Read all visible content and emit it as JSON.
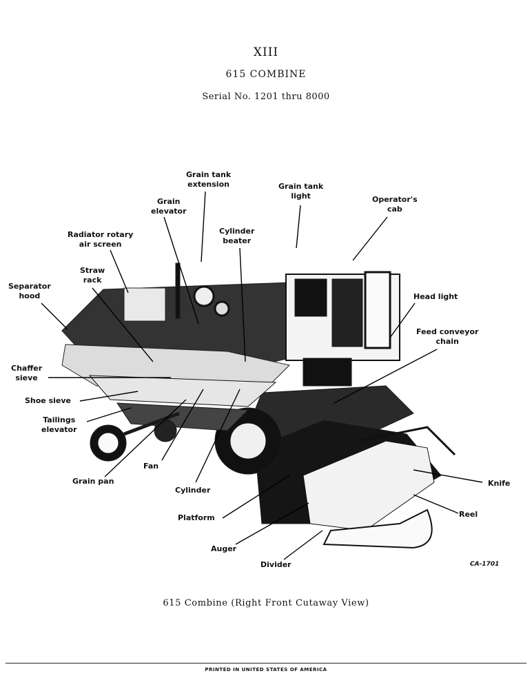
{
  "header": {
    "section": "XIII",
    "model": "615 COMBINE",
    "serial": "Serial No. 1201 thru 8000"
  },
  "figure": {
    "labels": {
      "grain_tank_extension": "Grain tank\nextension",
      "grain_tank_light": "Grain tank\nlight",
      "operators_cab": "Operator's\ncab",
      "grain_elevator": "Grain\nelevator",
      "cylinder_beater": "Cylinder\nbeater",
      "radiator_rotary_air_screen": "Radiator rotary\nair screen",
      "straw_rack": "Straw\nrack",
      "separator_hood": "Separator\nhood",
      "head_light": "Head light",
      "feed_conveyor_chain": "Feed conveyor\nchain",
      "chaffer_sieve": "Chaffer\nsieve",
      "shoe_sieve": "Shoe sieve",
      "tailings_elevator": "Tailings\nelevator",
      "fan": "Fan",
      "grain_pan": "Grain pan",
      "cylinder": "Cylinder",
      "knife": "Knife",
      "reel": "Reel",
      "platform": "Platform",
      "auger": "Auger",
      "divider": "Divider"
    },
    "code": "CA-1701"
  },
  "caption": "615 Combine (Right Front Cutaway View)",
  "footer": "PRINTED IN UNITED STATES OF AMERICA"
}
